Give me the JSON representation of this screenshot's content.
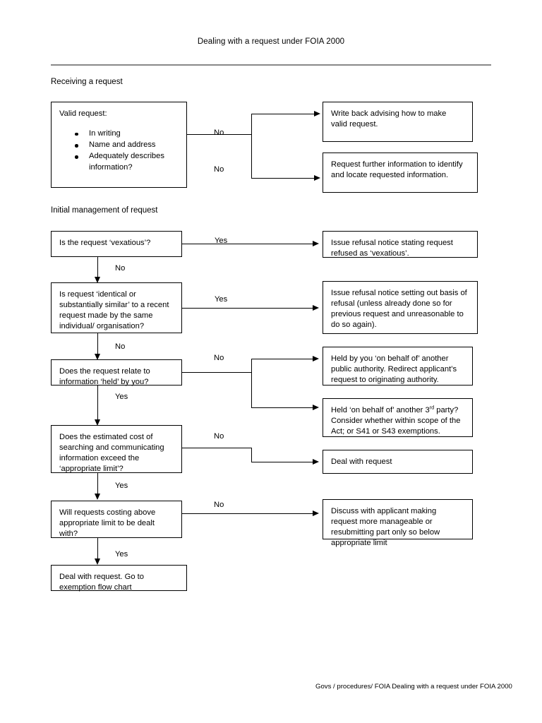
{
  "document": {
    "title": "Dealing with a request under FOIA 2000",
    "footer": "Govs / procedures/ FOIA Dealing with a request under FOIA 2000"
  },
  "sections": [
    {
      "id": "receiving",
      "label": "Receiving a request"
    },
    {
      "id": "initial",
      "label": "Initial management of request"
    }
  ],
  "flow": {
    "nodes": {
      "valid_request": {
        "heading": "Valid request:",
        "bullets": [
          "In writing",
          "Name and address",
          "Adequately describes information?"
        ]
      },
      "write_back": "Write back advising how to make valid request.",
      "request_further_info": "Request further information to identify and locate requested information.",
      "vexatious_question": "Is the request ‘vexatious’?",
      "refusal_vexatious": "Issue refusal notice stating request refused as ‘vexatious’.",
      "identical_question": "Is request ‘identical or substantially similar’ to a recent request made by the same individual/ organisation?",
      "refusal_repeat": "Issue refusal notice setting out basis of refusal (unless already done so for previous request and unreasonable to do so again).",
      "held_question": "Does the request relate to information ‘held’ by you?",
      "held_public_authority": "Held by you ‘on behalf of’ another public authority.  Redirect applicant’s request to originating authority.",
      "held_third_party_prefix": "Held ‘on behalf of’ another 3",
      "held_third_party_sup": "rd",
      "held_third_party_suffix": " party? Consider whether within scope of the Act; or S41 or S43 exemptions.",
      "cost_question": "Does the estimated cost of searching and communicating information exceed the ‘appropriate limit’?",
      "deal_with_request": "Deal with request",
      "above_limit_question": "Will requests costing above appropriate limit to be dealt with?",
      "discuss_with_applicant": "Discuss with applicant making request more manageable or resubmitting part only so below appropriate limit",
      "deal_and_exemption": "Deal with request.  Go to exemption flow chart"
    },
    "edge_labels": {
      "valid_no_top": "No",
      "valid_no_bottom": "No",
      "vexatious_yes": "Yes",
      "vexatious_no": "No",
      "identical_yes": "Yes",
      "identical_no": "No",
      "held_no": "No",
      "held_yes": "Yes",
      "cost_no": "No",
      "cost_yes": "Yes",
      "above_limit_no": "No",
      "above_limit_yes": "Yes"
    }
  }
}
